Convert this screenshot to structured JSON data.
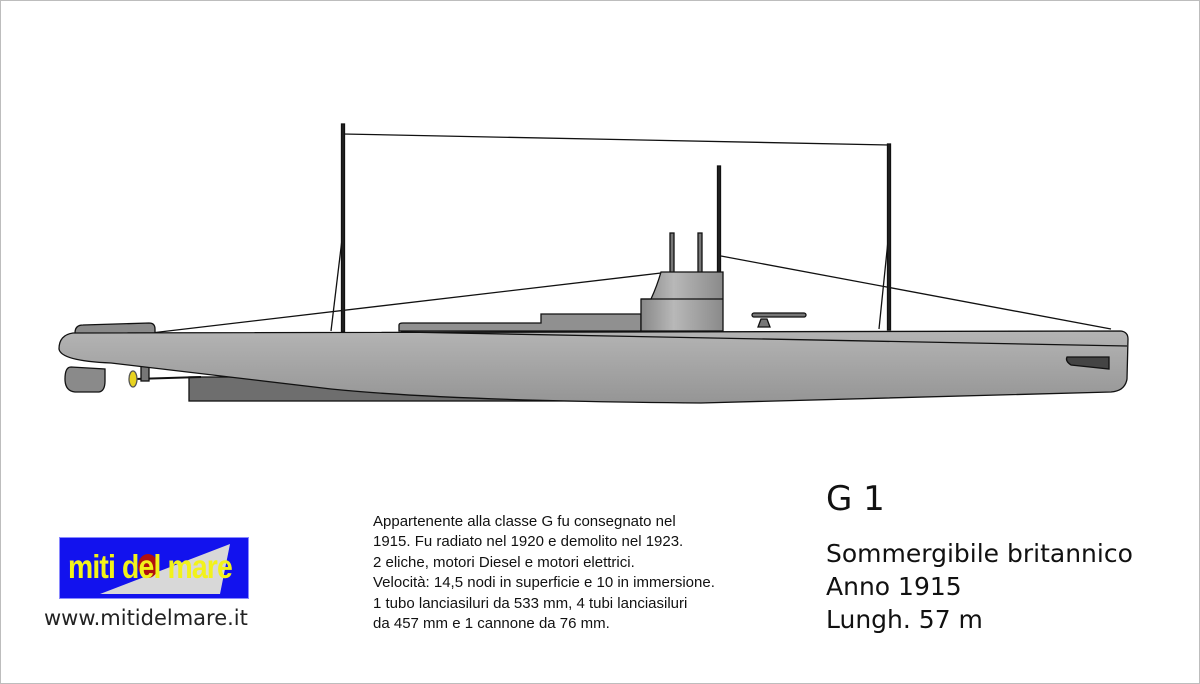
{
  "title": "G 1",
  "specs": [
    "Sommergibile britannico",
    "Anno 1915",
    "Lungh. 57 m"
  ],
  "description": [
    "Appartenente alla classe G fu consegnato nel",
    "1915. Fu radiato nel 1920 e demolito nel 1923.",
    "2 eliche, motori Diesel e motori elettrici.",
    "Velocità: 14,5 nodi in superficie e 10 in immersione.",
    "1 tubo lanciasiluri da 533 mm, 4 tubi lanciasiluri",
    "da 457 mm e 1 cannone da 76 mm."
  ],
  "logo": {
    "text": "miti del mare"
  },
  "url": "www.mitidelmare.it",
  "colors": {
    "hull": "#a8a8a8",
    "hull_dark": "#6e6e6e",
    "logo_bg": "#1212ee",
    "logo_text": "#f2f21a",
    "propeller": "#e8d320"
  }
}
